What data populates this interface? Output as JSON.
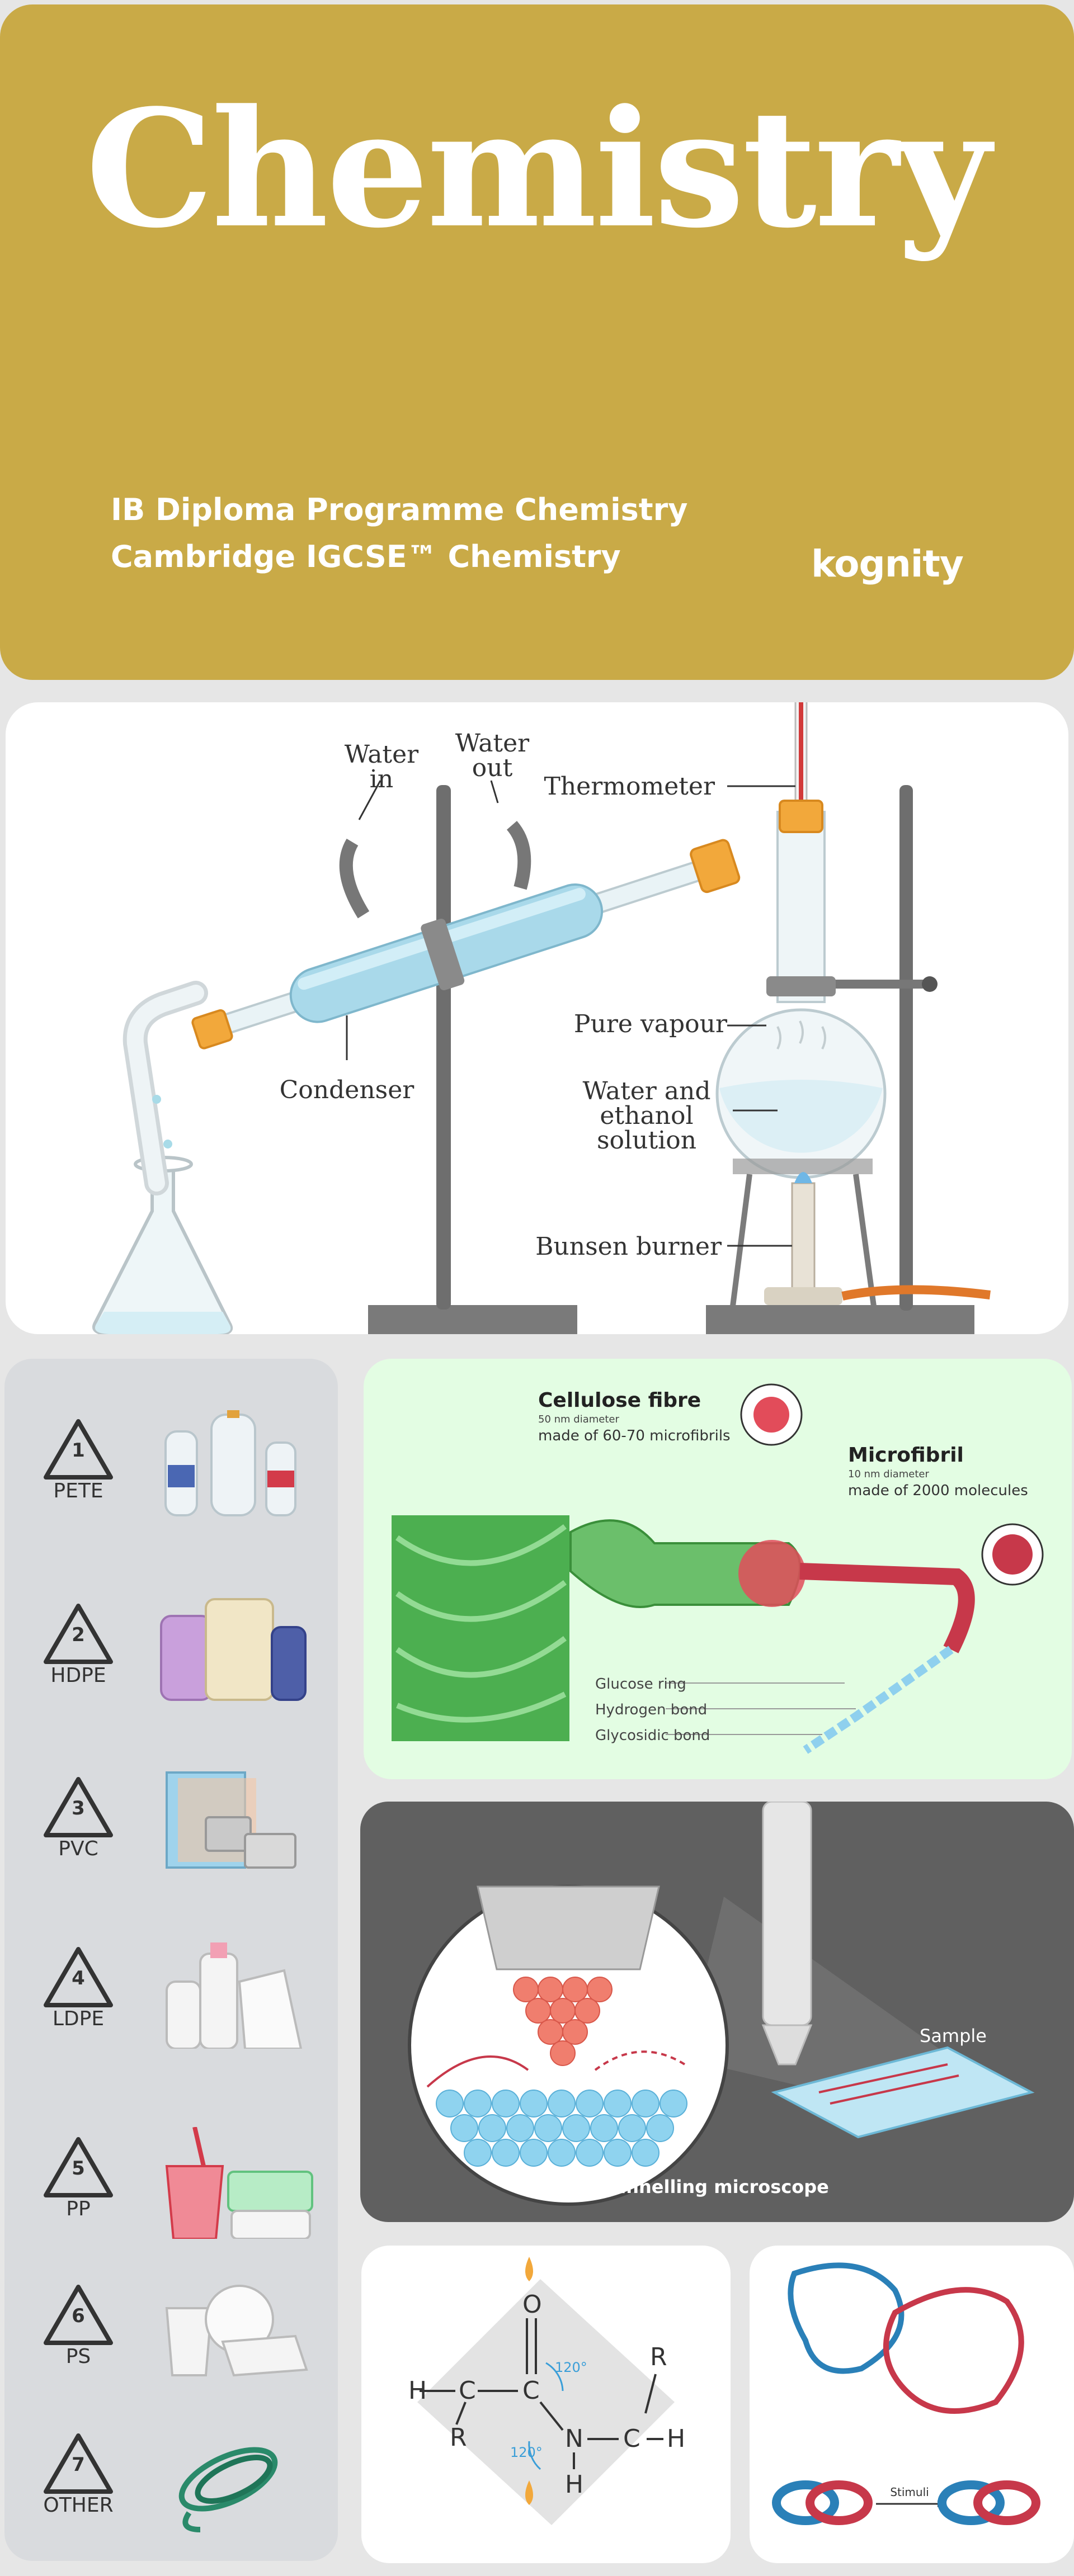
{
  "hero": {
    "title": "Chemistry",
    "subtitles": [
      "IB Diploma Programme Chemistry",
      "Cambridge IGCSE™ Chemistry"
    ],
    "brand": "kognity",
    "background_color": "#c9aa47"
  },
  "distillation": {
    "labels": {
      "water_in_1": "Water",
      "water_in_2": "in",
      "water_out_1": "Water",
      "water_out_2": "out",
      "thermometer": "Thermometer",
      "condenser": "Condenser",
      "pure_vapour": "Pure vapour",
      "solution_1": "Water and",
      "solution_2": "ethanol",
      "solution_3": "solution",
      "bunsen": "Bunsen burner"
    }
  },
  "recycling": {
    "items": [
      {
        "number": "1",
        "code": "PETE"
      },
      {
        "number": "2",
        "code": "HDPE"
      },
      {
        "number": "3",
        "code": "PVC"
      },
      {
        "number": "4",
        "code": "LDPE"
      },
      {
        "number": "5",
        "code": "PP"
      },
      {
        "number": "6",
        "code": "PS"
      },
      {
        "number": "7",
        "code": "OTHER"
      }
    ]
  },
  "cellulose": {
    "fibre_title": "Cellulose fibre",
    "fibre_diameter": "50 nm diameter",
    "fibre_desc": "made of 60-70 microfibrils",
    "microfibril_title": "Microfibril",
    "microfibril_diameter": "10 nm diameter",
    "microfibril_desc": "made of 2000 molecules",
    "glucose": "Glucose ring",
    "hydrogen": "Hydrogen bond",
    "glycosidic": "Glycosidic bond"
  },
  "microscope": {
    "sample": "Sample",
    "caption": "Tunnelling microscope"
  },
  "amide": {
    "atoms": {
      "O": "O",
      "C1": "C",
      "C2": "C",
      "N": "N",
      "H1": "H",
      "H2": "H",
      "H3": "H",
      "R1": "R",
      "R2": "R",
      "C3": "C"
    },
    "angle_1": "120°",
    "angle_2": "120°"
  },
  "knot": {
    "stimuli": "Stimuli"
  }
}
